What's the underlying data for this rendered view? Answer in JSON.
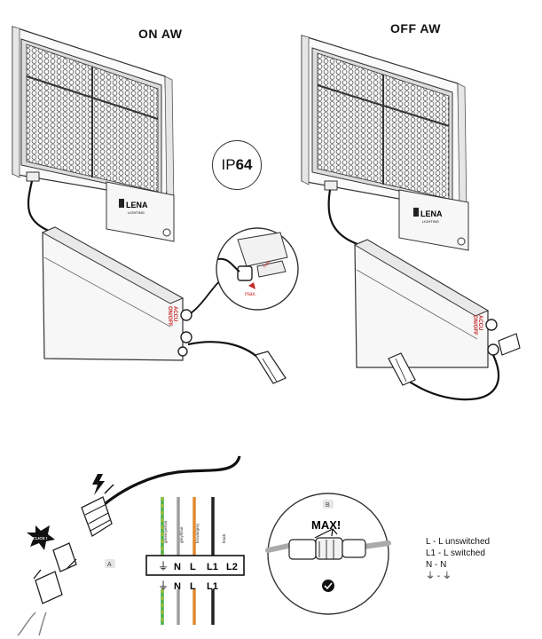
{
  "titles": {
    "on": "ON AW",
    "off": "OFF AW"
  },
  "ip_rating": {
    "prefix": "IP",
    "number": "64"
  },
  "device": {
    "brand": "LENA",
    "brand_sub": "LIGHTING",
    "switch_label_line1": "ACCU",
    "switch_label_line2": "ON/OFF",
    "zoom_label": "max."
  },
  "wiring": {
    "step_a": "A",
    "step_b": "B",
    "max_label": "MAX!",
    "click_label": "CLICK !",
    "wire_labels": [
      "green/yellow",
      "grey/blue",
      "brown/grey",
      "black"
    ],
    "wire_colors": [
      "#4caf50",
      "#9e9e9e",
      "#e08a2e",
      "#222222"
    ],
    "terminals_top": [
      "⏚",
      "N",
      "L",
      "L1",
      "L2"
    ],
    "terminals_bottom": [
      "⏚",
      "N",
      "L",
      "L1"
    ]
  },
  "legend": [
    "L   - L unswitched",
    "L1 - L switched",
    "N   - N",
    "⏚ - ⏚"
  ]
}
